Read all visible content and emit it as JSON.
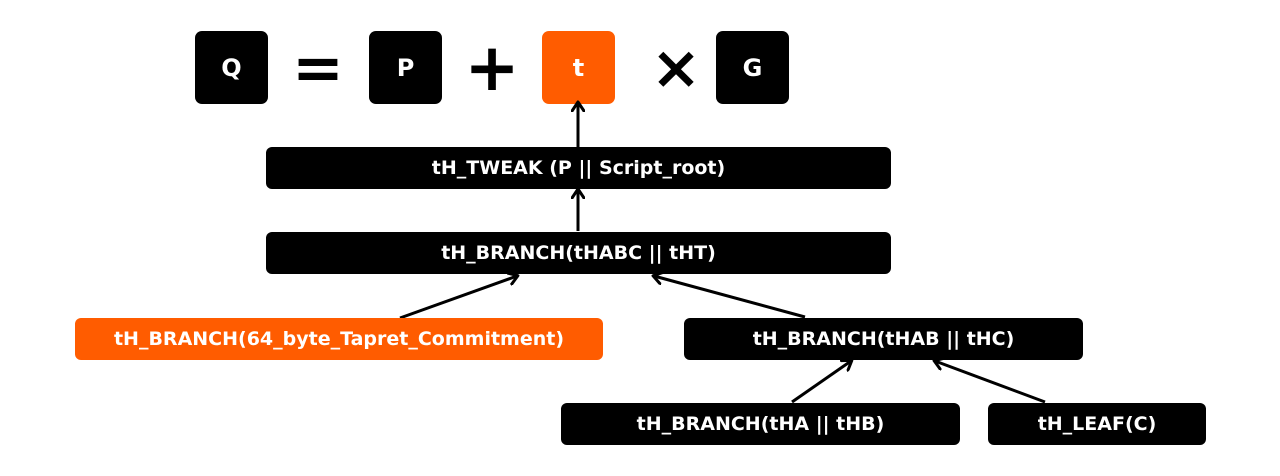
{
  "equation": {
    "lhs": "Q",
    "equals": "=",
    "point": "P",
    "plus": "+",
    "tweak": "t",
    "times": "×",
    "generator": "G"
  },
  "nodes": {
    "tweak_hash": "tH_TWEAK (P || Script_root)",
    "root_branch": "tH_BRANCH(tHABC || tHT)",
    "tapret_branch": "tH_BRANCH(64_byte_Tapret_Commitment)",
    "abc_branch": "tH_BRANCH(tHAB || tHC)",
    "ab_branch": "tH_BRANCH(tHA || tHB)",
    "leaf_c": "tH_LEAF(C)"
  },
  "colors": {
    "dark": "#000000",
    "accent": "#ff5c00",
    "text": "#ffffff"
  }
}
